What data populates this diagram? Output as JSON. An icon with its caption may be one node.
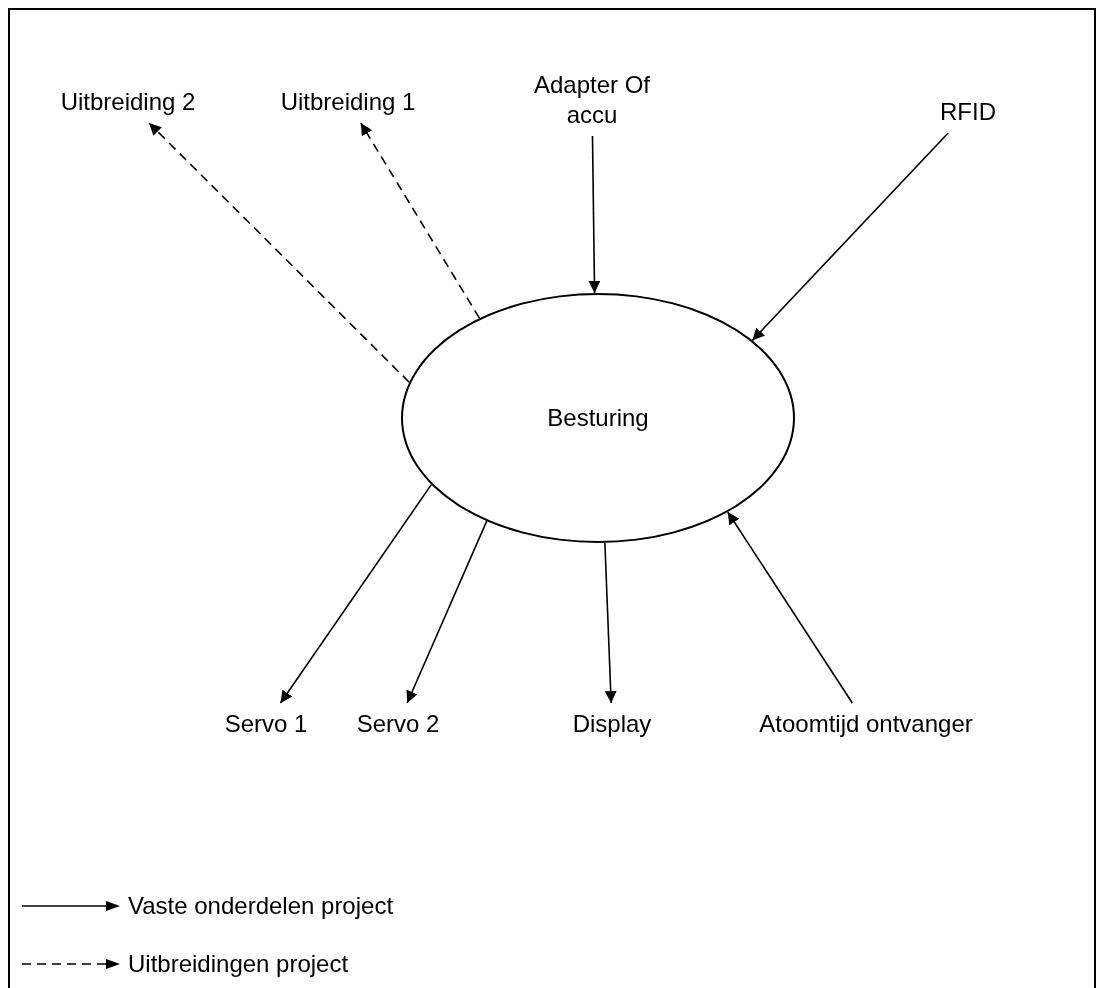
{
  "diagram": {
    "nodes": [
      {
        "text": [
          "Besturing"
        ]
      },
      {
        "text": [
          "Uitbreiding 2"
        ]
      },
      {
        "text": [
          "Uitbreiding 1"
        ]
      },
      {
        "text": [
          "Adapter Of accu"
        ]
      },
      {
        "text": [
          "RFID"
        ]
      },
      {
        "text": [
          "Servo 1"
        ]
      },
      {
        "text": [
          "Servo 2"
        ]
      },
      {
        "text": [
          "Display"
        ]
      },
      {
        "text": [
          "Atoomtijd ontvanger"
        ]
      }
    ],
    "edges": [
      {
        "from": 0,
        "to": 1,
        "arrow": "to",
        "style": "dashed"
      },
      {
        "from": 0,
        "to": 2,
        "arrow": "to",
        "style": "dashed"
      },
      {
        "from": 3,
        "to": 0,
        "arrow": "to"
      },
      {
        "from": 4,
        "to": 0,
        "arrow": "to"
      },
      {
        "from": 0,
        "to": 5,
        "arrow": "to"
      },
      {
        "from": 0,
        "to": 6,
        "arrow": "to"
      },
      {
        "from": 0,
        "to": 7,
        "arrow": "to"
      },
      {
        "from": 8,
        "to": 0,
        "arrow": "to"
      }
    ],
    "legend": [
      {
        "text": "Vaste onderdelen project"
      },
      {
        "text": "Uitbreidingen project"
      }
    ]
  }
}
